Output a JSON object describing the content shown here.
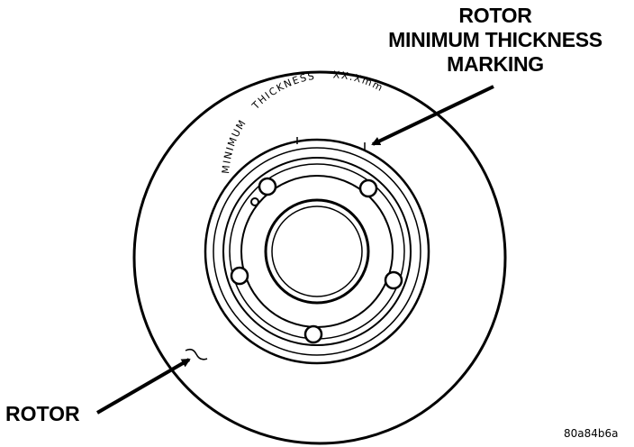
{
  "labels": {
    "callout_line1": "ROTOR",
    "callout_line2": "MINIMUM THICKNESS",
    "callout_line3": "MARKING",
    "rotor": "ROTOR",
    "figure_code": "80a84b6a"
  },
  "marking": {
    "minimum": "MINIMUM",
    "thickness": "THICKNESS",
    "value": "XX.Xmm"
  },
  "colors": {
    "ink": "#000000",
    "paper": "#ffffff"
  }
}
